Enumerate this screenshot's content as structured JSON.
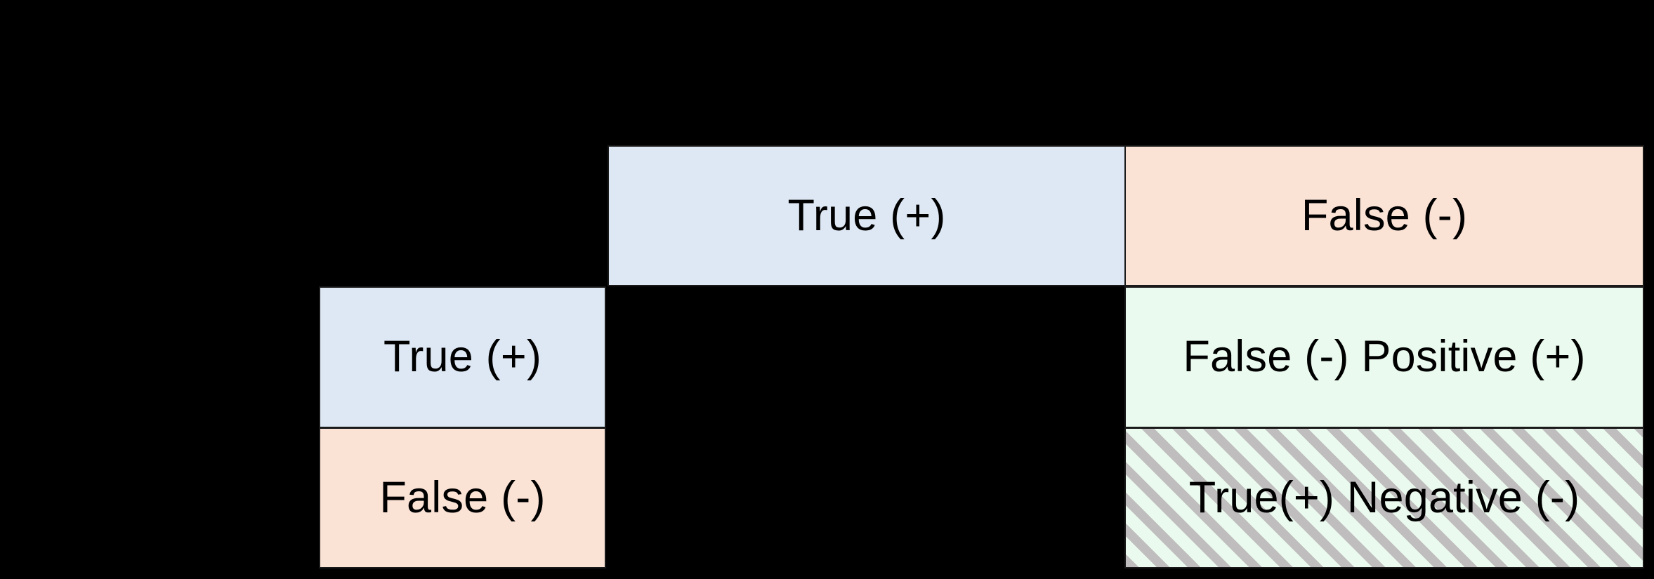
{
  "figure": {
    "kind": "confusion-matrix-table",
    "background_color": "#000000",
    "border_color": "#1a1a1a",
    "text_color": "#000000"
  },
  "chart_data": {
    "type": "table",
    "title": "",
    "xlabel": "",
    "ylabel": "",
    "column_headers": [
      "True (+)",
      "False (-)"
    ],
    "row_headers": [
      "True (+)",
      "False (-)"
    ],
    "cells": [
      [
        "",
        "False (-) Positive (+)"
      ],
      [
        "",
        "True(+) Negative (-)"
      ]
    ],
    "cell_styles": [
      [
        "empty",
        "solid-mint"
      ],
      [
        "empty",
        "hatched-mint"
      ]
    ],
    "legend": [],
    "colors": {
      "blue": "#dee8f4",
      "peach": "#fae2d5",
      "mint": "#eafaee",
      "hatch": "#bebabc",
      "background": "#000000"
    }
  },
  "columns": {
    "header_true": "True (+)",
    "header_false": "False (-)"
  },
  "rows": {
    "header_true": "True (+)",
    "header_false": "False (-)"
  },
  "body": {
    "true_true": "",
    "true_false": "False (-) Positive (+)",
    "false_true": "",
    "false_false": "True(+) Negative (-)"
  }
}
